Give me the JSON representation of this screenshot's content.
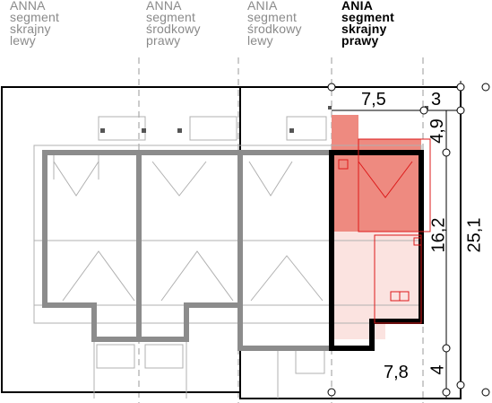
{
  "segments": [
    {
      "name": "ANNA",
      "line1": "segment",
      "line2": "skrajny",
      "line3": "lewy",
      "highlighted": false
    },
    {
      "name": "ANNA",
      "line1": "segment",
      "line2": "środkowy",
      "line3": "prawy",
      "highlighted": false
    },
    {
      "name": "ANIA",
      "line1": "segment",
      "line2": "środkowy",
      "line3": "lewy",
      "highlighted": false
    },
    {
      "name": "ANIA",
      "line1": "segment",
      "line2": "skrajny",
      "line3": "prawy",
      "highlighted": true
    }
  ],
  "dimensions": {
    "top_width": "7,5",
    "top_right_offset": "3",
    "upper_depth": "4,9",
    "building_depth": "16,2",
    "total_depth": "25,1",
    "bottom_offset": "4",
    "bottom_width": "7,8"
  },
  "colors": {
    "highlight_dark": "#ee8a80",
    "highlight_light": "#fbe3e0",
    "highlight_line": "#dd1a1a",
    "building_outline": "#8c8c8c",
    "active_outline": "#000000",
    "guide_line": "#9a9a9a"
  }
}
